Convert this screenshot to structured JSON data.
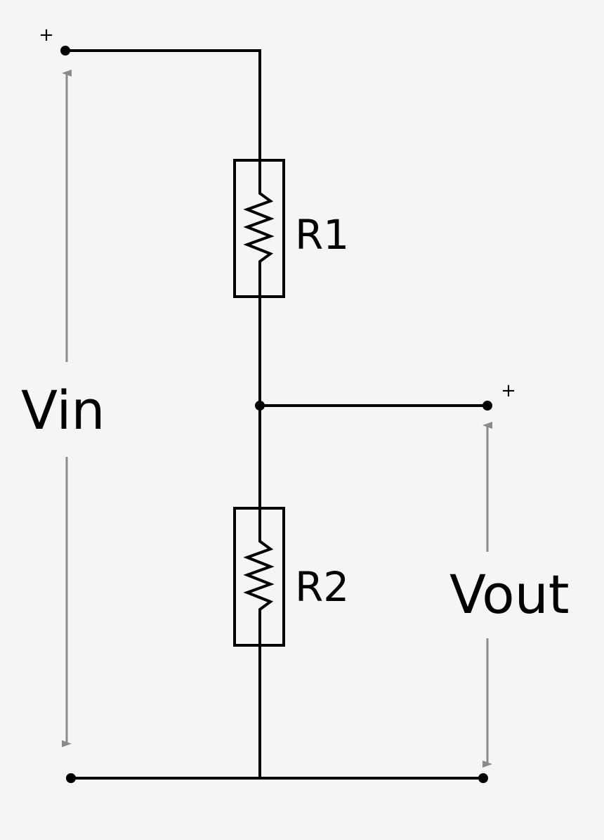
{
  "colors": {
    "background": "#f5f5f5",
    "wire": "#000000",
    "arrow": "#8a8a8a"
  },
  "labels": {
    "r1": "R1",
    "r2": "R2",
    "vin": "Vin",
    "vout": "Vout",
    "vin_plus": "+",
    "vout_plus": "+"
  }
}
